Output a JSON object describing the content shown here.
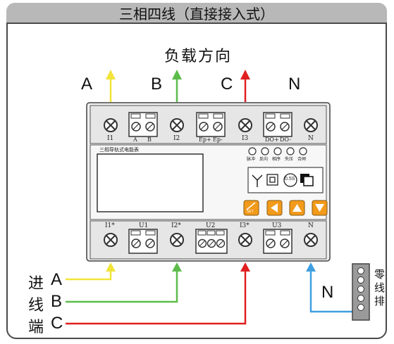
{
  "title": "三相四线（直接接入式）",
  "load_direction": "负载方向",
  "top_phases": [
    "A",
    "B",
    "C",
    "N"
  ],
  "top_terminals": {
    "i1": "I1",
    "ab_a": "A",
    "ab_b": "B",
    "i2": "I2",
    "ep_pos": "Ep+",
    "ep_neg": "Ep-",
    "i3": "I3",
    "do_pos": "DO+",
    "do_neg": "DO-",
    "n": "N"
  },
  "meter_name": "三相导轨式电能表",
  "indicators": [
    "脉冲",
    "反向",
    "相序",
    "失压",
    "合闸"
  ],
  "display_badge": "0.5S",
  "set_key": "SET",
  "bottom_terminals": {
    "i1_star": "I1*",
    "u1": "U1",
    "i2_star": "I2*",
    "u2": "U2",
    "i3_star": "I3*",
    "u3": "U3",
    "n": "N"
  },
  "incoming_label": [
    "进",
    "线",
    "端"
  ],
  "incoming_phases": [
    "A",
    "B",
    "C"
  ],
  "neutral_label": "N",
  "neutral_bar_label": [
    "零",
    "线",
    "排"
  ],
  "colors": {
    "phase_a": "#f2e43a",
    "phase_b": "#5cbc4a",
    "phase_c": "#e02020",
    "neutral": "#3f9fe0",
    "key_orange": "#f29a1a"
  }
}
